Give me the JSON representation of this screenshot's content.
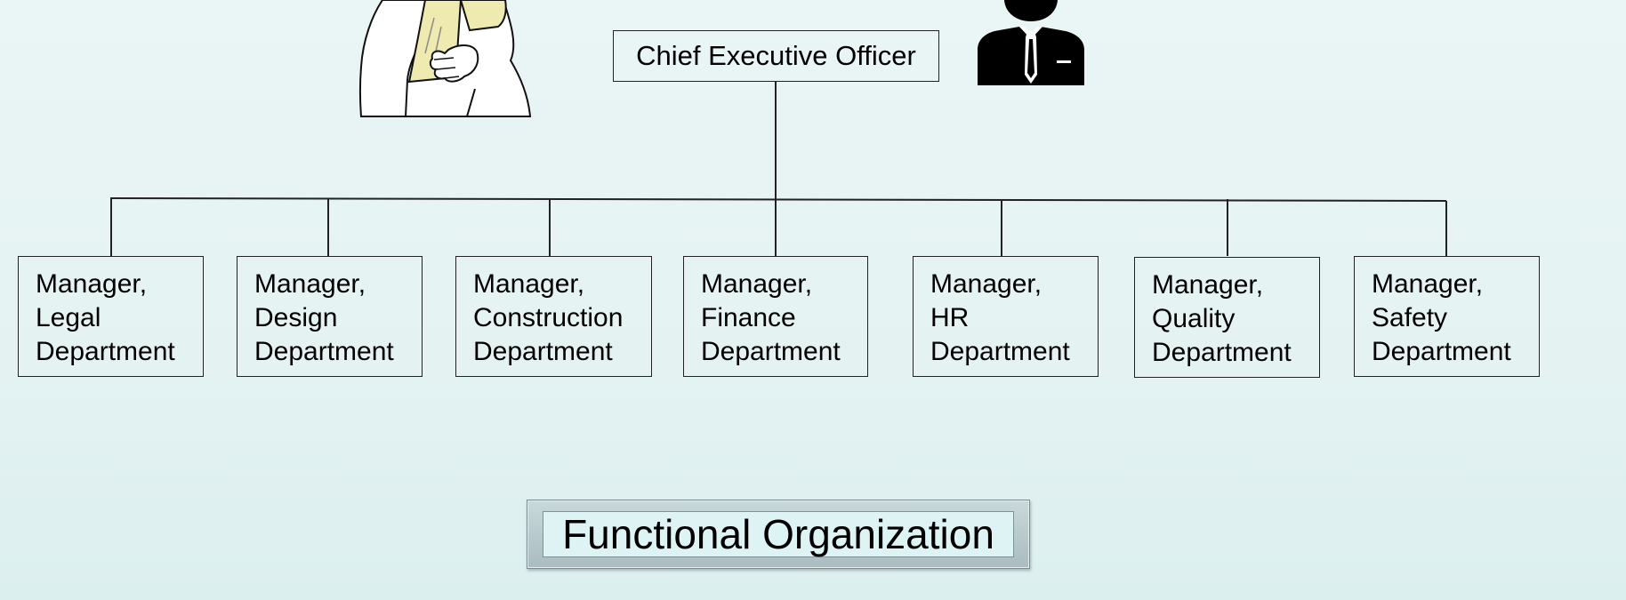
{
  "org_chart": {
    "ceo": "Chief Executive Officer",
    "managers": [
      {
        "line1": "Manager,",
        "line2": "Legal",
        "line3": "Department"
      },
      {
        "line1": "Manager,",
        "line2": "Design",
        "line3": "Department"
      },
      {
        "line1": "Manager,",
        "line2": "Construction",
        "line3": "Department"
      },
      {
        "line1": "Manager,",
        "line2": "Finance",
        "line3": "Department"
      },
      {
        "line1": "Manager,",
        "line2": "HR",
        "line3": "Department"
      },
      {
        "line1": "Manager,",
        "line2": "Quality",
        "line3": "Department"
      },
      {
        "line1": "Manager,",
        "line2": "Safety",
        "line3": "Department"
      }
    ]
  },
  "footer_title": "Functional Organization",
  "icons": {
    "left_illustration": "person-holding-document-icon",
    "right_illustration": "businessman-silhouette-icon"
  },
  "colors": {
    "background": "#e6f3f3",
    "line": "#222222",
    "document_fill": "#eeeab0",
    "silhouette": "#000000"
  }
}
